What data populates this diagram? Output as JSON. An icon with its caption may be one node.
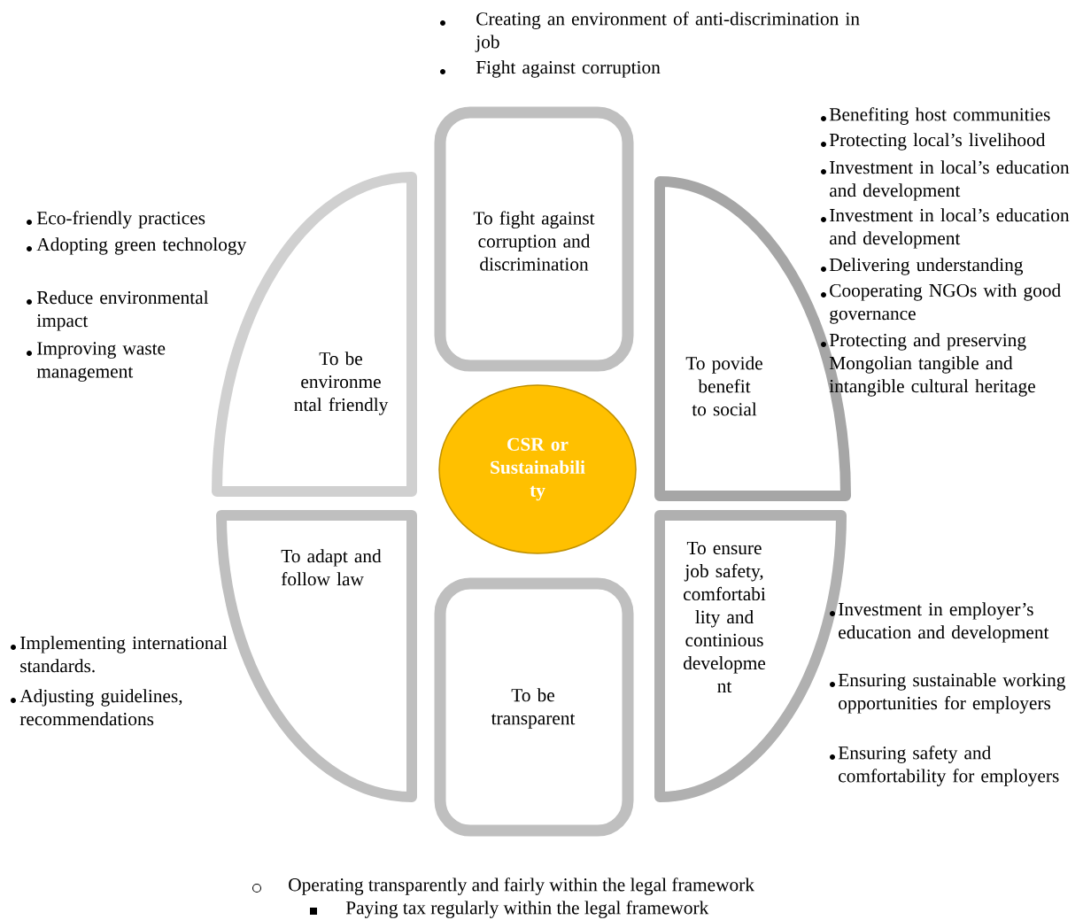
{
  "diagram": {
    "nodes": [
      {
        "text": [
          "To fight against corruption and discrimination"
        ],
        "beside": [
          "Creating an environment of anti-discrimination in job",
          "Fight against corruption"
        ]
      },
      {
        "text": [
          "To be environme ntal friendly"
        ],
        "beside": [
          "Eco-friendly practices",
          "Adopting green technology",
          "Reduce environmental impact",
          "Improving waste management"
        ]
      },
      {
        "text": [
          "To povide benefit to social"
        ],
        "beside": [
          "Benefiting host communities",
          "Protecting local’s livelihood",
          "Investment in local’s education and development",
          "Investment in local’s education and development",
          "Delivering understanding",
          "Cooperating NGOs with good governance",
          "Protecting and preserving Mongolian tangible and intangible cultural heritage"
        ]
      },
      {
        "text": [
          "CSR or Sustainabili ty"
        ]
      },
      {
        "text": [
          "To adapt and follow law"
        ],
        "beside": [
          "Implementing international standards.",
          "Adjusting guidelines, recommendations"
        ]
      },
      {
        "text": [
          "To ensure job safety, comfortabi lity and continious developme nt"
        ],
        "beside": [
          "Investment in employer’s education and development",
          "Ensuring sustainable working opportunities for employers",
          "Ensuring safety and comfortability for employers"
        ]
      },
      {
        "text": [
          "To be transparent"
        ],
        "beside": [
          "Operating transparently and fairly within the legal framework",
          "Paying tax regularly within the legal framework"
        ]
      }
    ]
  }
}
